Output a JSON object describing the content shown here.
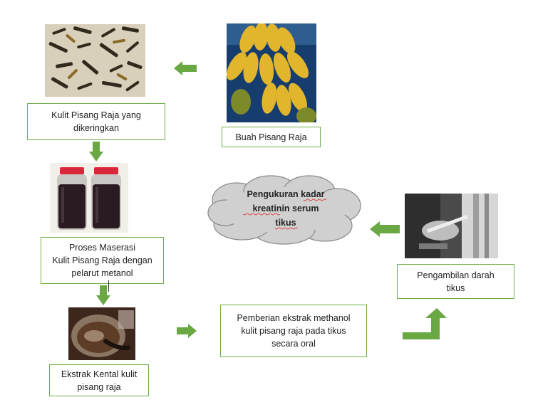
{
  "steps": {
    "dried_peel": "Kulit Pisang Raja yang\ndikeringkan",
    "fruit": "Buah Pisang Raja",
    "maceration": "Proses Maserasi\nKulit Pisang Raja dengan\npelarut metanol",
    "thick_extract": "Ekstrak Kental kulit\npisang raja",
    "administration": "Pemberian ekstrak methanol\nkulit pisang raja pada tikus\nsecara oral",
    "blood_sampling": "Pengambilan darah\ntikus"
  },
  "cloud": {
    "line1": "Pengukuran kadar",
    "line2": "kreatinin serum",
    "line3": "tikus"
  },
  "colors": {
    "arrow": "#6aa844",
    "box_border": "#70ad47",
    "cloud_fill": "#d0d0d0",
    "cloud_stroke": "#8a8a8a"
  },
  "icons": {
    "arrow": "green-block-arrow",
    "bent_arrow": "green-bent-up-arrow"
  }
}
